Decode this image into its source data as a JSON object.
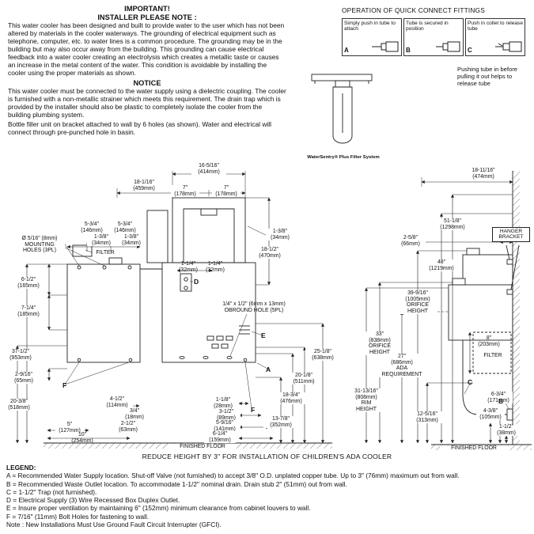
{
  "notes": {
    "important_title": "IMPORTANT!",
    "installer_title": "INSTALLER PLEASE NOTE :",
    "installer_body": "This water cooler has been designed and built to provide water to the user which has not been altered by materials in the cooler waterways. The grounding of electrical equipment such as telephone, computer, etc. to water lines is a common procedure. The grounding may be in the building but may also occur away from the building. This grounding can cause electrical feedback into a water cooler creating an electrolysis which creates a metallic taste or causes an increase in the metal content of the water. This condition is avoidable by installing the cooler using the proper materials as shown.",
    "notice_title": "NOTICE",
    "notice_body": "This water cooler must be connected to the water supply using a dielectric coupling. The cooler is furnished with a non-metallic strainer which meets this requirement. The drain trap which is provided by the installer should also be plastic to completely isolate the cooler from the building plumbing system.",
    "bottle_note": "Bottle filler unit on bracket attached to wall by 6 holes (as shown). Water and electrical will connect through pre-punched hole in basin."
  },
  "quick_connect": {
    "title": "OPERATION OF QUICK CONNECT FITTINGS",
    "steps": [
      {
        "letter": "A",
        "label": "Simply push in tube to attach"
      },
      {
        "letter": "B",
        "label": "Tube is secured in position"
      },
      {
        "letter": "C",
        "label": "Push in collet to release tube"
      }
    ],
    "caption": "Pushing tube in before pulling it out helps to release tube"
  },
  "filter_system": {
    "label": "WaterSentry® Plus Filter System"
  },
  "drawing": {
    "labels": [
      {
        "t": "16-5/16\"\n(414mm)"
      },
      {
        "t": "18-1/16\"\n(459mm)"
      },
      {
        "t": "7\"\n(178mm)"
      },
      {
        "t": "7\"\n(178mm)"
      },
      {
        "t": "5-3/4\"\n(146mm)"
      },
      {
        "t": "5-3/4\"\n(146mm)"
      },
      {
        "t": "1-3/8\"\n(34mm)"
      },
      {
        "t": "1-3/8\"\n(34mm)"
      },
      {
        "t": "1-3/8\"\n(34mm)"
      },
      {
        "t": "Ø 5/16\" (8mm)\nMOUNTING\nHOLES (3PL)"
      },
      {
        "t": "FILTER"
      },
      {
        "t": "6-1/2\"\n(165mm)"
      },
      {
        "t": "18-1/2\"\n(470mm)"
      },
      {
        "t": "1-1/4\"\n(32mm)"
      },
      {
        "t": "1-1/4\"\n(32mm)"
      },
      {
        "t": "D"
      },
      {
        "t": "7-1/4\"\n(185mm)"
      },
      {
        "t": "1/4\" x 1/2\" (6mm x 13mm)\nOBROUND HOLE (5PL)"
      },
      {
        "t": "E"
      },
      {
        "t": "37-1/2\"\n(953mm)"
      },
      {
        "t": "25-1/8\"\n(638mm)"
      },
      {
        "t": "2-9/16\"\n(65mm)"
      },
      {
        "t": "F"
      },
      {
        "t": "A"
      },
      {
        "t": "20-1/8\"\n(511mm)"
      },
      {
        "t": "18-3/4\"\n(476mm)"
      },
      {
        "t": "20-3/8\"\n(518mm)"
      },
      {
        "t": "4-1/2\"\n(114mm)"
      },
      {
        "t": "1-1/8\"\n(28mm)"
      },
      {
        "t": "3/4\"\n(18mm)"
      },
      {
        "t": "3-1/2\"\n(89mm)"
      },
      {
        "t": "F"
      },
      {
        "t": "13-7/8\"\n(352mm)"
      },
      {
        "t": "2-1/2\"\n(63mm)"
      },
      {
        "t": "5-9/16\"\n(141mm)"
      },
      {
        "t": "6-1/4\"\n(159mm)"
      },
      {
        "t": "5\"\n(127mm)"
      },
      {
        "t": "10\"\n(254mm)"
      },
      {
        "t": "FINISHED FLOOR"
      },
      {
        "t": "18-11/16\"\n(474mm)"
      },
      {
        "t": "51-1/8\"\n(1298mm)"
      },
      {
        "t": "2-5/8\"\n(66mm)"
      },
      {
        "t": "HANGER\nBRACKET"
      },
      {
        "t": "48\"\n(1219mm)"
      },
      {
        "t": "39-9/16\"\n(1005mm)\nORIFICE\nHEIGHT"
      },
      {
        "t": "33\"\n(838mm)\nORIFICE\nHEIGHT"
      },
      {
        "t": "27\"\n(686mm)\nADA\nREQUIREMENT"
      },
      {
        "t": "8\"\n(203mm)"
      },
      {
        "t": "FILTER"
      },
      {
        "t": "C"
      },
      {
        "t": "31-13/16\"\n(808mm)\nRIM\nHEIGHT"
      },
      {
        "t": "6-3/4\"\n(171mm)"
      },
      {
        "t": "B"
      },
      {
        "t": "4-3/8\"\n(105mm)"
      },
      {
        "t": "12-5/16\"\n(313mm)"
      },
      {
        "t": "1-1/2\"\n(38mm)"
      },
      {
        "t": "FINISHED FLOOR"
      }
    ]
  },
  "reduce_note": "REDUCE HEIGHT BY 3\" FOR INSTALLATION OF CHILDREN'S ADA COOLER",
  "legend": {
    "title": "LEGEND:",
    "items": [
      "A = Recommended Water Supply location. Shut-off Valve (not furnished) to accept 3/8\" O.D. unplated copper tube. Up to 3\" (76mm) maximum out from wall.",
      "B = Recommended Waste Outlet location. To accommodate 1-1/2\" nominal drain. Drain stub 2\" (51mm) out from wall.",
      "C = 1-1/2\" Trap (not furnished).",
      "D = Electrical Supply (3) Wire Recessed Box Duplex Outlet.",
      "E = Insure proper ventilation by maintaining 6\" (152mm) minimum clearance from cabinet louvers to wall.",
      "F = 7/16\" (11mm) Bolt Holes for fastening to wall."
    ],
    "note": "Note : New Installations Must Use Ground Fault Circuit Interrupter (GFCI)."
  }
}
